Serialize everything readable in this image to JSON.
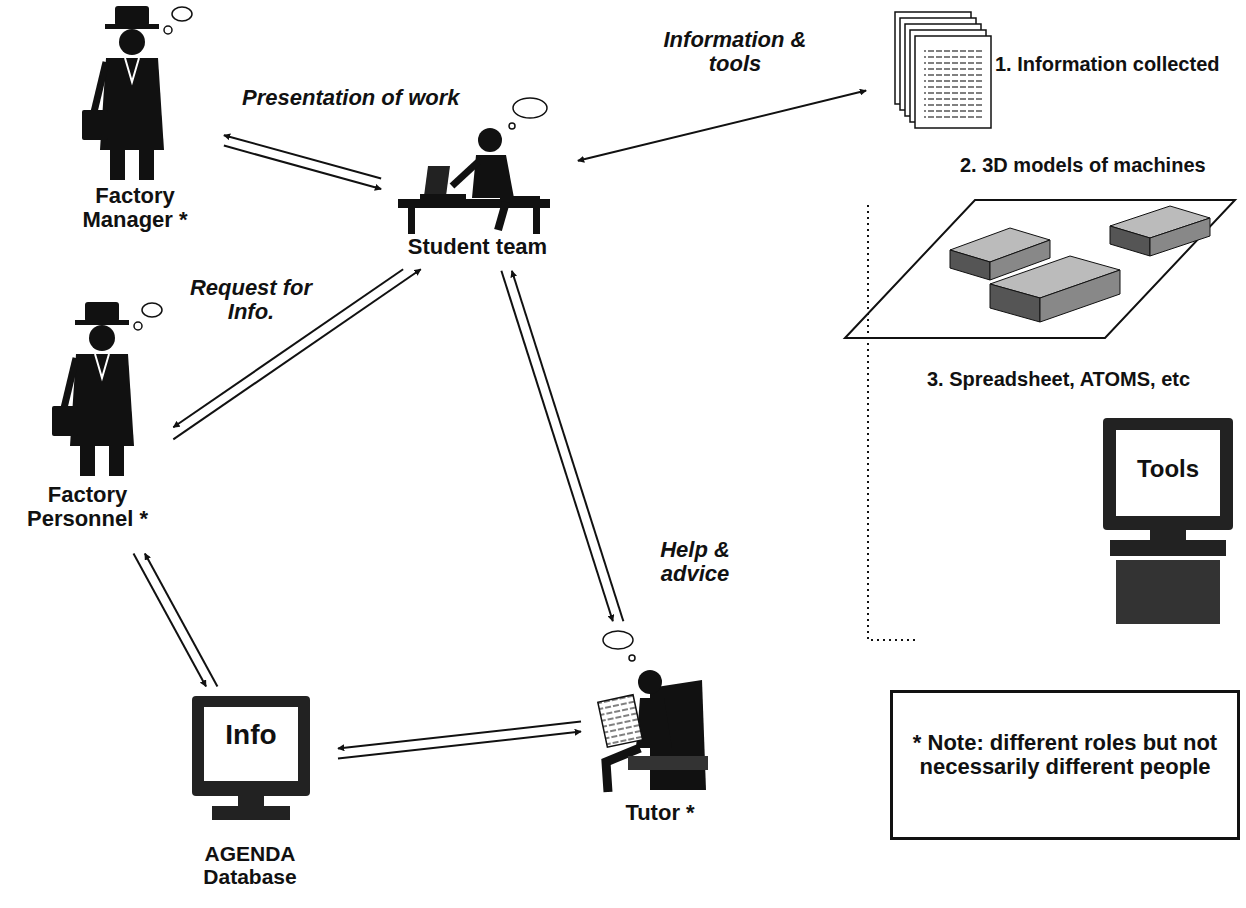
{
  "diagram": {
    "nodes": [
      {
        "text": [
          "Factory Manager *"
        ]
      },
      {
        "text": [
          "Student team"
        ]
      },
      {
        "text": [
          "1. Information collected"
        ]
      },
      {
        "text": [
          "2. 3D models of machines"
        ]
      },
      {
        "text": [
          "3. Spreadsheet, ATOMS, etc",
          "Tools"
        ]
      },
      {
        "text": [
          "Factory Personnel *"
        ]
      },
      {
        "text": [
          "Tutor *"
        ]
      },
      {
        "text": [
          "Info",
          "AGENDA Database"
        ]
      },
      {
        "text": [
          "* Note: different roles but not necessarily different people"
        ]
      }
    ],
    "edges": [
      {
        "from": 1,
        "to": 0,
        "label": "Presentation of work",
        "arrow": "to"
      },
      {
        "from": 0,
        "to": 1,
        "arrow": "to"
      },
      {
        "from": 1,
        "to": 5,
        "label": "Request for Info.",
        "arrow": "to"
      },
      {
        "from": 5,
        "to": 1,
        "arrow": "to"
      },
      {
        "from": 1,
        "to": 2,
        "label": "Information & tools",
        "arrow": "both"
      },
      {
        "from": 1,
        "to": 6,
        "label": "Help & advice",
        "arrow": "to"
      },
      {
        "from": 6,
        "to": 1,
        "arrow": "to"
      },
      {
        "from": 5,
        "to": 7,
        "arrow": "to"
      },
      {
        "from": 7,
        "to": 5,
        "arrow": "to"
      },
      {
        "from": 6,
        "to": 7,
        "arrow": "to"
      },
      {
        "from": 7,
        "to": 6,
        "arrow": "to"
      }
    ]
  }
}
